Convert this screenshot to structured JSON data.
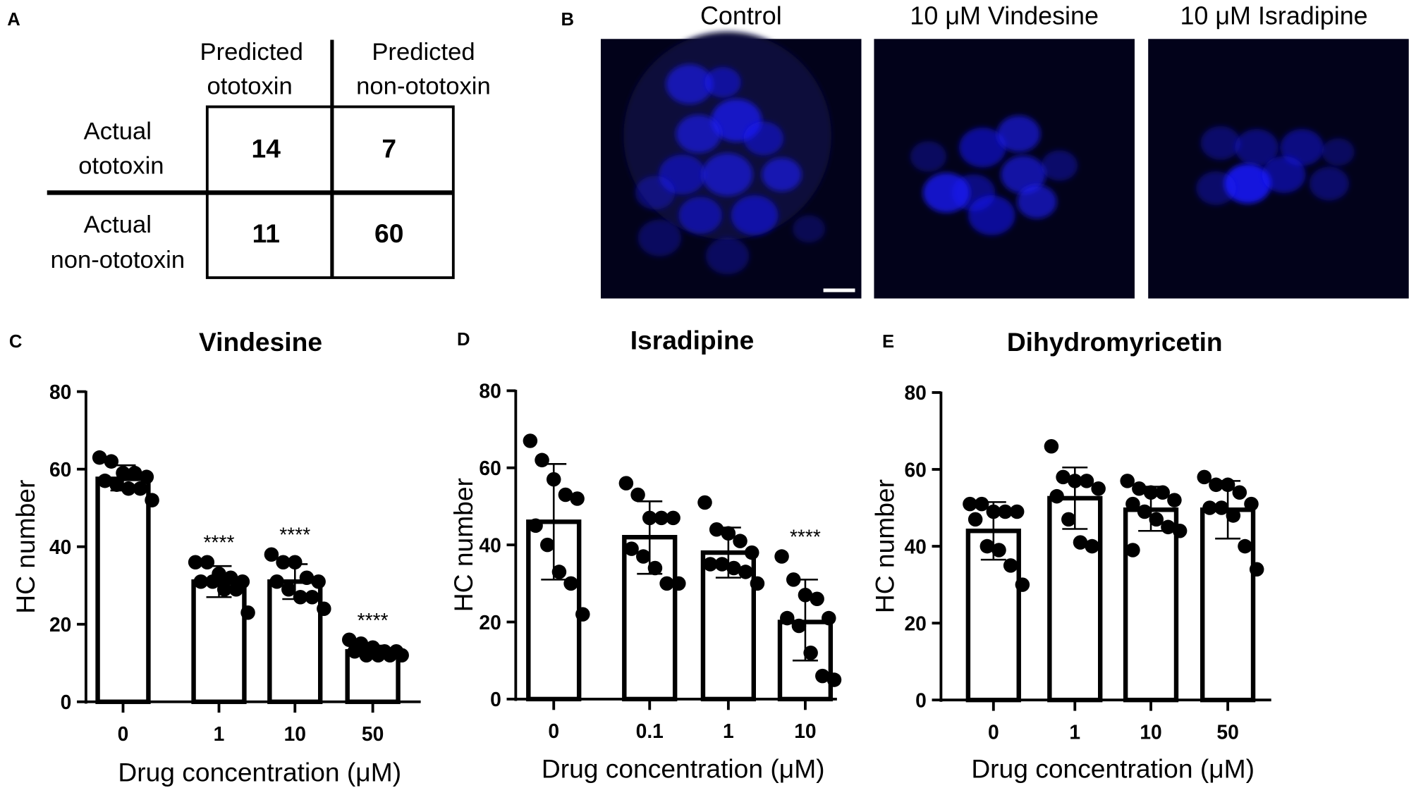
{
  "panel_a": {
    "label": "A",
    "col_headers": [
      [
        "Predicted",
        "ototoxin"
      ],
      [
        "Predicted",
        "non-ototoxin"
      ]
    ],
    "row_headers": [
      [
        "Actual",
        "ototoxin"
      ],
      [
        "Actual",
        "non-ototoxin"
      ]
    ],
    "cells": [
      [
        "14",
        "7"
      ],
      [
        "11",
        "60"
      ]
    ]
  },
  "panel_b": {
    "label": "B",
    "images": [
      "Control",
      "10 μM Vindesine",
      "10 μM Isradipine"
    ],
    "stain_color": "#1a1aff",
    "background_color": "#02021a"
  },
  "chart_data": [
    {
      "panel": "C",
      "type": "bar",
      "title": "Vindesine",
      "xlabel": "Drug concentration (μM)",
      "ylabel": "HC number",
      "ylim": [
        0,
        80
      ],
      "yticks": [
        0,
        20,
        40,
        60,
        80
      ],
      "categories": [
        "0",
        "1",
        "10",
        "50"
      ],
      "values": [
        57.5,
        31,
        31,
        13
      ],
      "error": [
        [
          54.5,
          61
        ],
        [
          27,
          35
        ],
        [
          26.5,
          35.5
        ],
        [
          11.5,
          14.5
        ]
      ],
      "points": [
        [
          63,
          62,
          59,
          59,
          58,
          57,
          56,
          55,
          55,
          52
        ],
        [
          36,
          36,
          33,
          32,
          31,
          31,
          31,
          29,
          29,
          23
        ],
        [
          38,
          36,
          36,
          32,
          31,
          31,
          29,
          27,
          27,
          24
        ],
        [
          16,
          15,
          14,
          13,
          13,
          13,
          12,
          12,
          12,
          12
        ]
      ],
      "annotations": [
        "",
        "****",
        "****",
        "****"
      ]
    },
    {
      "panel": "D",
      "type": "bar",
      "title": "Isradipine",
      "xlabel": "Drug concentration (μM)",
      "ylabel": "HC number",
      "ylim": [
        0,
        80
      ],
      "yticks": [
        0,
        20,
        40,
        60,
        80
      ],
      "categories": [
        "0",
        "0.1",
        "1",
        "10"
      ],
      "values": [
        46,
        42,
        38,
        20
      ],
      "error": [
        [
          31,
          61
        ],
        [
          32.5,
          51.3
        ],
        [
          31.5,
          44.5
        ],
        [
          10,
          31
        ]
      ],
      "points": [
        [
          67,
          62,
          57,
          53,
          52,
          45,
          40,
          33,
          30,
          22
        ],
        [
          56,
          53,
          47,
          47,
          47,
          39,
          37,
          34,
          30,
          30
        ],
        [
          51,
          44,
          43,
          41,
          38,
          35,
          35,
          34,
          33,
          30
        ],
        [
          37,
          31,
          27,
          26,
          21,
          21,
          19,
          12,
          6,
          5
        ]
      ],
      "annotations": [
        "",
        "",
        "",
        "****"
      ]
    },
    {
      "panel": "E",
      "type": "bar",
      "title": "Dihydromyricetin",
      "xlabel": "Drug concentration (μM)",
      "ylabel": "HC number",
      "ylim": [
        0,
        80
      ],
      "yticks": [
        0,
        20,
        40,
        60,
        80
      ],
      "categories": [
        "0",
        "1",
        "10",
        "50"
      ],
      "values": [
        44,
        52.5,
        49.5,
        49.5
      ],
      "error": [
        [
          36.5,
          51.5
        ],
        [
          44.5,
          60.5
        ],
        [
          44,
          55.5
        ],
        [
          42,
          57
        ]
      ],
      "points": [
        [
          51,
          51,
          49,
          49,
          49,
          47,
          40,
          39,
          35,
          30
        ],
        [
          66,
          58,
          57,
          57,
          55,
          53,
          47,
          41,
          40
        ],
        [
          57,
          55,
          54,
          54,
          52,
          51,
          49,
          47,
          45,
          44,
          39
        ],
        [
          58,
          56,
          56,
          54,
          51,
          50,
          50,
          48,
          40,
          34
        ]
      ],
      "annotations": [
        "",
        "",
        "",
        ""
      ]
    }
  ]
}
